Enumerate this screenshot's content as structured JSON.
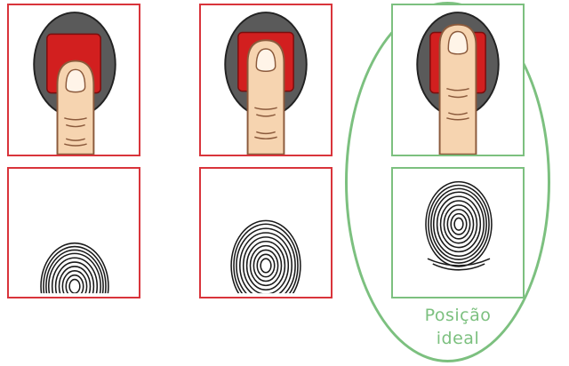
{
  "figure": {
    "caption_line1": "Posição",
    "caption_line2": "ideal",
    "colors": {
      "bad_border": "#d9343b",
      "good_border": "#7cc07f",
      "sensor_pad": "#d21f1f",
      "sensor_body": "#5a5a5a",
      "skin": "#f6d4b0",
      "print_ink": "#1a1a1a"
    },
    "columns": [
      {
        "placement": "low",
        "status": "incorrect",
        "icons": [
          "finger-on-sensor-icon",
          "partial-fingerprint-icon"
        ]
      },
      {
        "placement": "mid",
        "status": "incorrect",
        "icons": [
          "finger-on-sensor-icon",
          "partial-fingerprint-icon"
        ]
      },
      {
        "placement": "high",
        "status": "ideal",
        "icons": [
          "finger-on-sensor-icon",
          "full-fingerprint-icon"
        ]
      }
    ]
  }
}
